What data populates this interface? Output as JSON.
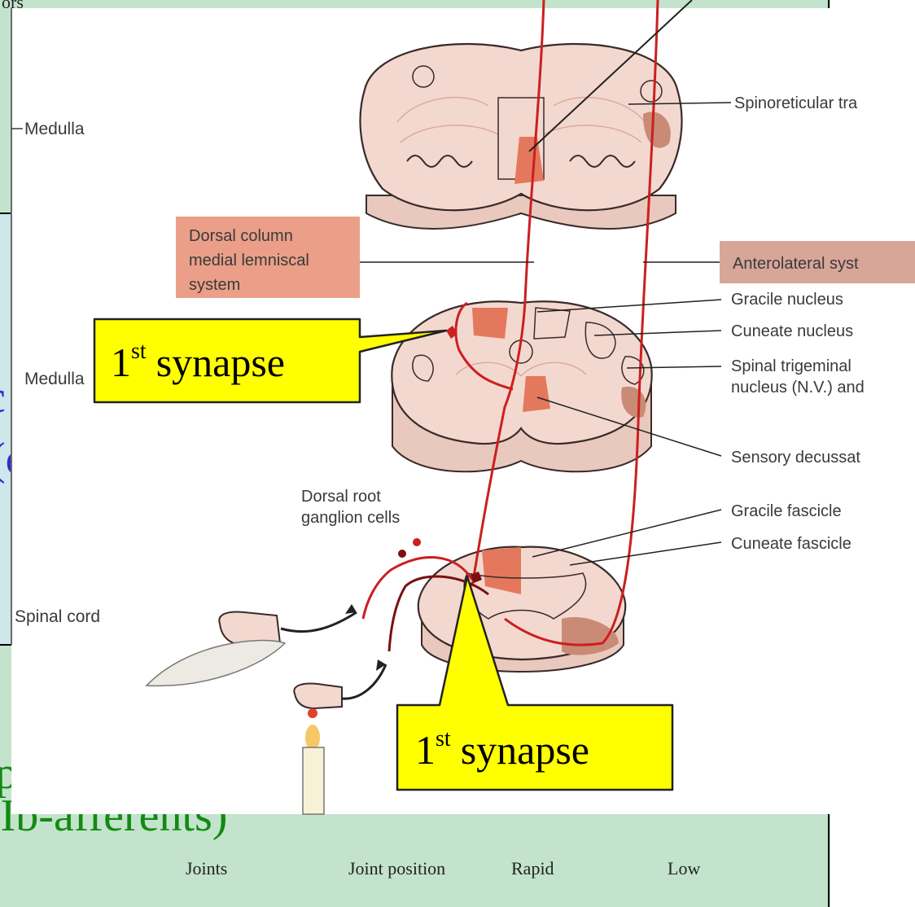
{
  "background_slide": {
    "top_fragment": "ors",
    "partial_blue_1": "c",
    "partial_blue_2": "(c",
    "partial_green_1": "p",
    "partial_green_2": "(Ib-afferents)",
    "table_row": [
      "Joints",
      "Joint position",
      "Rapid",
      "Low"
    ]
  },
  "figure": {
    "row_labels": [
      "Medulla",
      "Medulla",
      "Spinal cord"
    ],
    "right_labels": [
      "Spinoreticular tra",
      "Anterolateral syst",
      "Gracile nucleus",
      "Cuneate nucleus",
      "Spinal trigeminal",
      "nucleus (N.V.) and",
      "Sensory decussat",
      "Gracile fascicle",
      "Cuneate fascicle"
    ],
    "dcml_box_lines": [
      "Dorsal column",
      "medial lemniscal",
      "system"
    ],
    "drg_lines": [
      "Dorsal root",
      "ganglion cells"
    ]
  },
  "callouts": [
    {
      "base": "1",
      "sup": "st",
      "word": "synapse"
    },
    {
      "base": "1",
      "sup": "st",
      "word": "synapse"
    }
  ],
  "colors": {
    "slide_green": "#c3e3cc",
    "slide_blue": "#cfe6ea",
    "tissue": "#f3d8cf",
    "nucleus": "#e4785c",
    "pathway_red": "#cc1f1f",
    "dark_pathway": "#7a1010",
    "callout_fill": "#ffff00"
  }
}
